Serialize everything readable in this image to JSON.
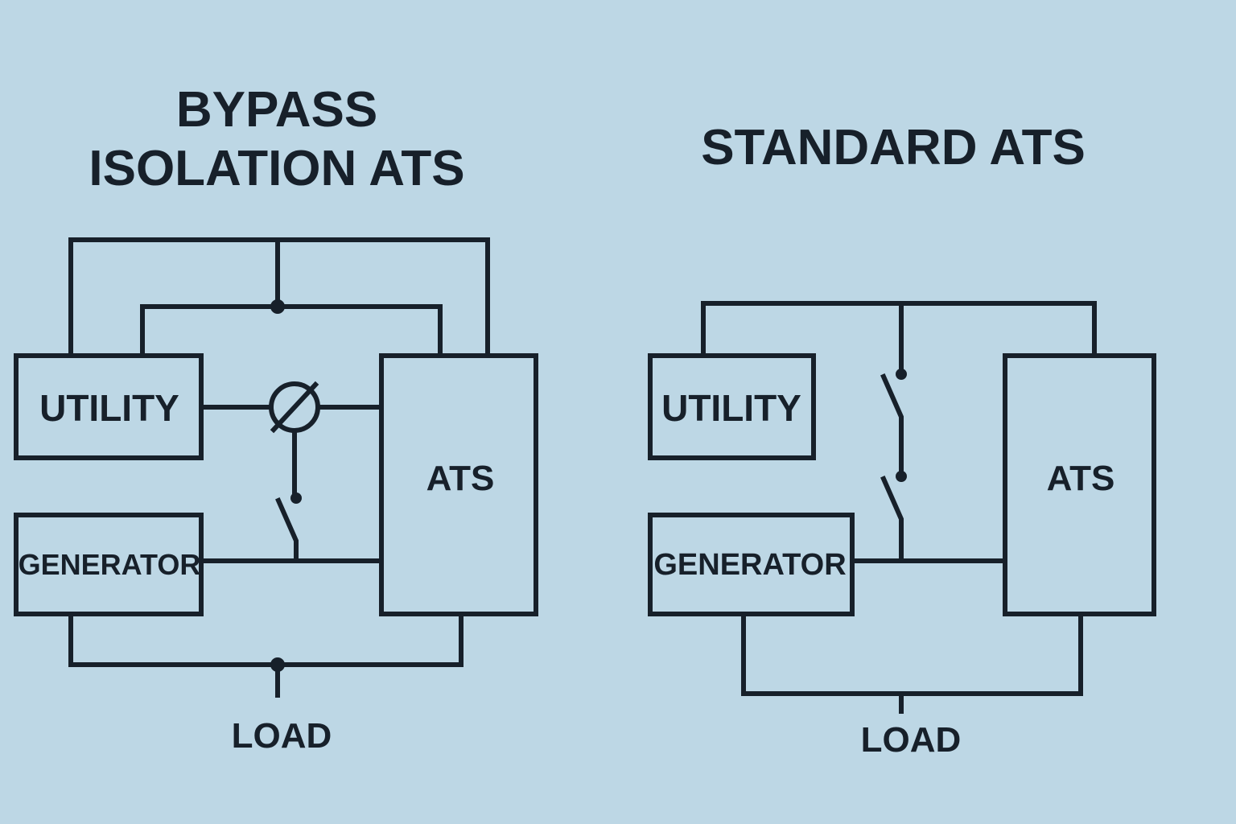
{
  "colors": {
    "background": "#bdd7e5",
    "ink": "#17202a"
  },
  "left_diagram": {
    "title_line1": "BYPASS",
    "title_line2": "ISOLATION ATS",
    "utility_label": "UTILITY",
    "generator_label": "GENERATOR",
    "ats_label": "ATS",
    "load_label": "LOAD"
  },
  "right_diagram": {
    "title": "STANDARD ATS",
    "utility_label": "UTILITY",
    "generator_label": "GENERATOR",
    "ats_label": "ATS",
    "load_label": "LOAD"
  }
}
